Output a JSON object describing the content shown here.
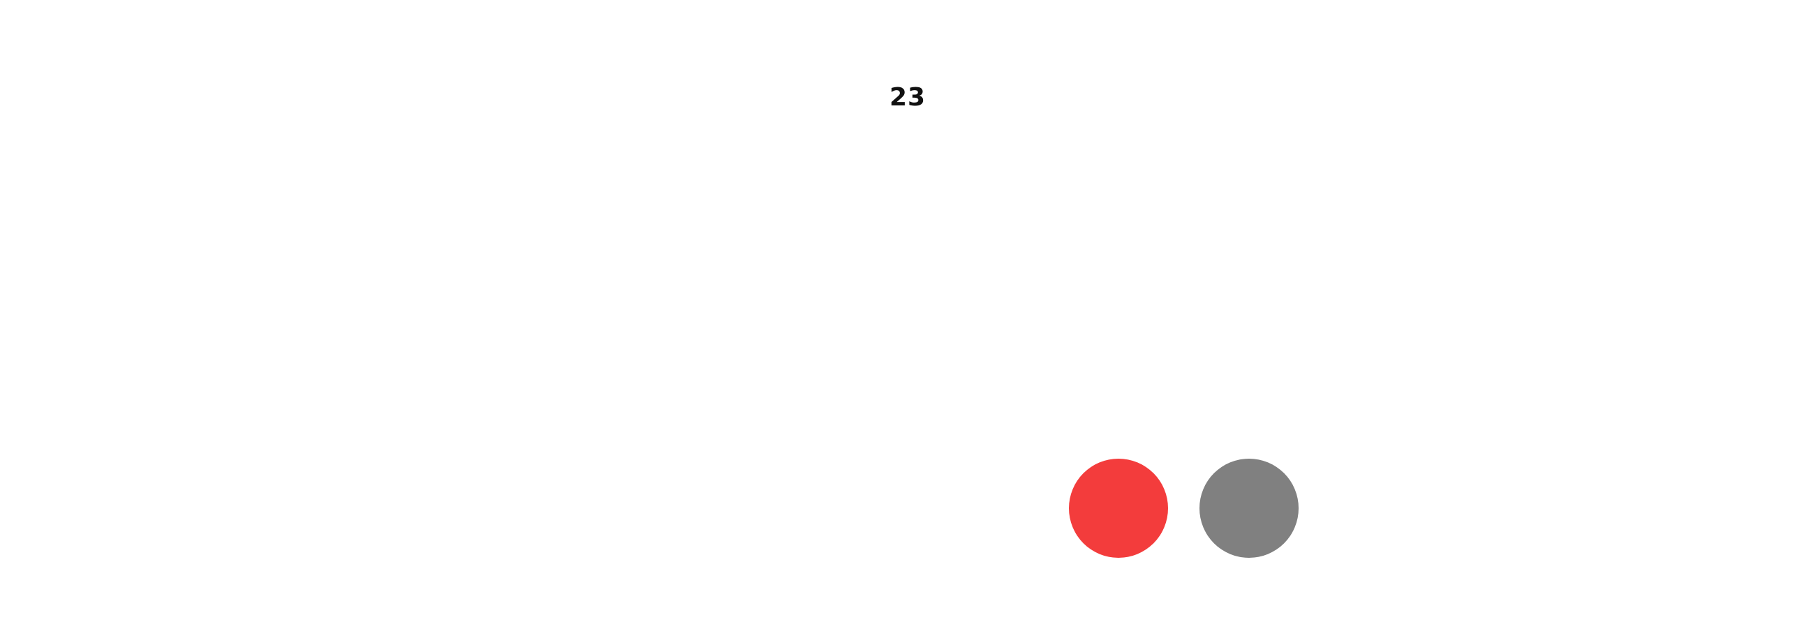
{
  "counter": {
    "value": "23"
  },
  "dots": [
    {
      "name": "red-circle",
      "color": "#f33c3c"
    },
    {
      "name": "gray-circle",
      "color": "#808080"
    }
  ]
}
